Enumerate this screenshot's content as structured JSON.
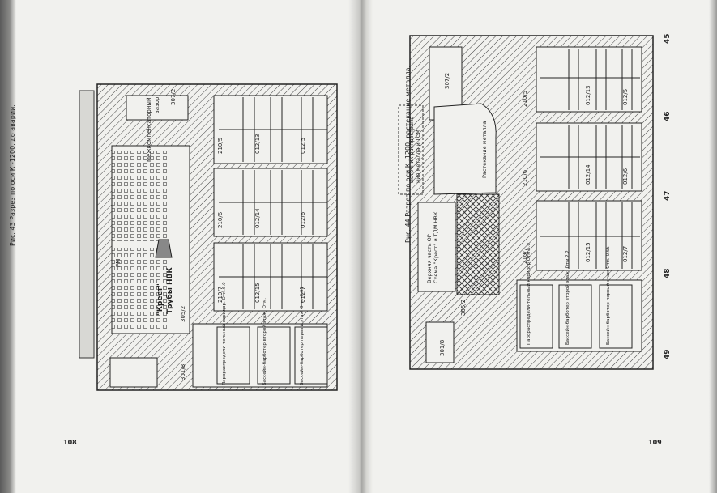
{
  "left_page": {
    "number": "108",
    "caption": "Рис. 43   Разрез по оси К -1200, до аварии.",
    "top_note": [
      "Межкомпенсаторный",
      "зазор"
    ],
    "rooms": [
      "307/2",
      "210/5",
      "012/13",
      "012/5",
      "210/6",
      "012/14",
      "012/6",
      "210/7",
      "012/15",
      "012/7",
      "305/2",
      "301/8"
    ],
    "pipes_label": "Трубы НВК",
    "krest_label": "\"Крест\"",
    "rm_label": "РМ",
    "legend": [
      "Парораспредели-тельный коридор. Отм.6.0",
      "Бассейн-барботер второй этаж. Отм.",
      "Бассейн-барботер первый этаж Отм.-0.65"
    ]
  },
  "right_page": {
    "number": "109",
    "caption": "Рис. 44   Разрез по оси К -1200, растекание металла.",
    "rooms": [
      "307/2",
      "210/5",
      "012/13",
      "012/5",
      "210/6",
      "012/14",
      "012/6",
      "210/7",
      "012/15",
      "012/7",
      "305/2",
      "301/8"
    ],
    "source_label": [
      "Источник распростране-",
      "ния металла и ТСМ"
    ],
    "spread_label": "Растекание металла",
    "lower_part_label": [
      "Верхняя часть ОР",
      "Схема \"Крест\" и ТДМ НВК"
    ],
    "axis_numbers": [
      "45",
      "46",
      "47",
      "48",
      "49"
    ],
    "legend": [
      "Парораспредели-тельный коридор Отм.6.0",
      "Бассейн-барботер второй этаж. Отм.2.2",
      "Бассейн-барботер первый этаж Отм.-0.65"
    ]
  }
}
